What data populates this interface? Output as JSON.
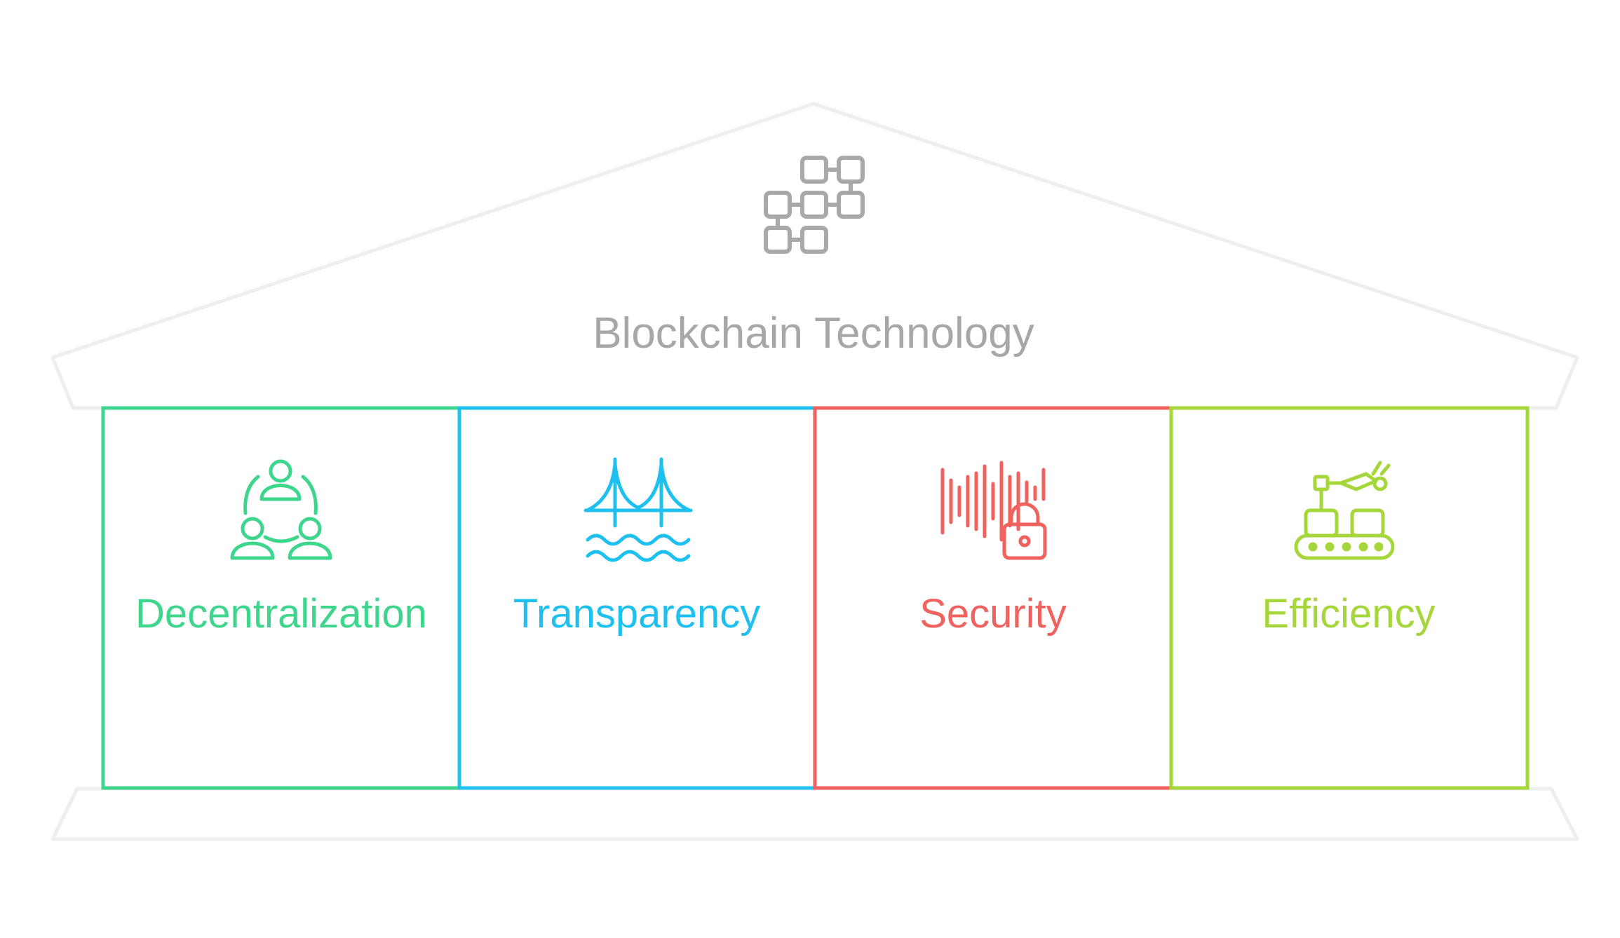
{
  "title": "Blockchain Technology",
  "colors": {
    "structure": "#eeeeee",
    "title": "#a7a7a7",
    "roof_icon": "#a9a9a9"
  },
  "roof_icon": "blockchain-blocks-icon",
  "pillars": [
    {
      "label": "Decentralization",
      "color": "#3dd68c",
      "icon": "people-network-icon"
    },
    {
      "label": "Transparency",
      "color": "#1ec0ef",
      "icon": "bridge-water-icon"
    },
    {
      "label": "Security",
      "color": "#f0625e",
      "icon": "sound-wave-lock-icon"
    },
    {
      "label": "Efficiency",
      "color": "#a5d63a",
      "icon": "robotic-conveyor-icon"
    }
  ]
}
